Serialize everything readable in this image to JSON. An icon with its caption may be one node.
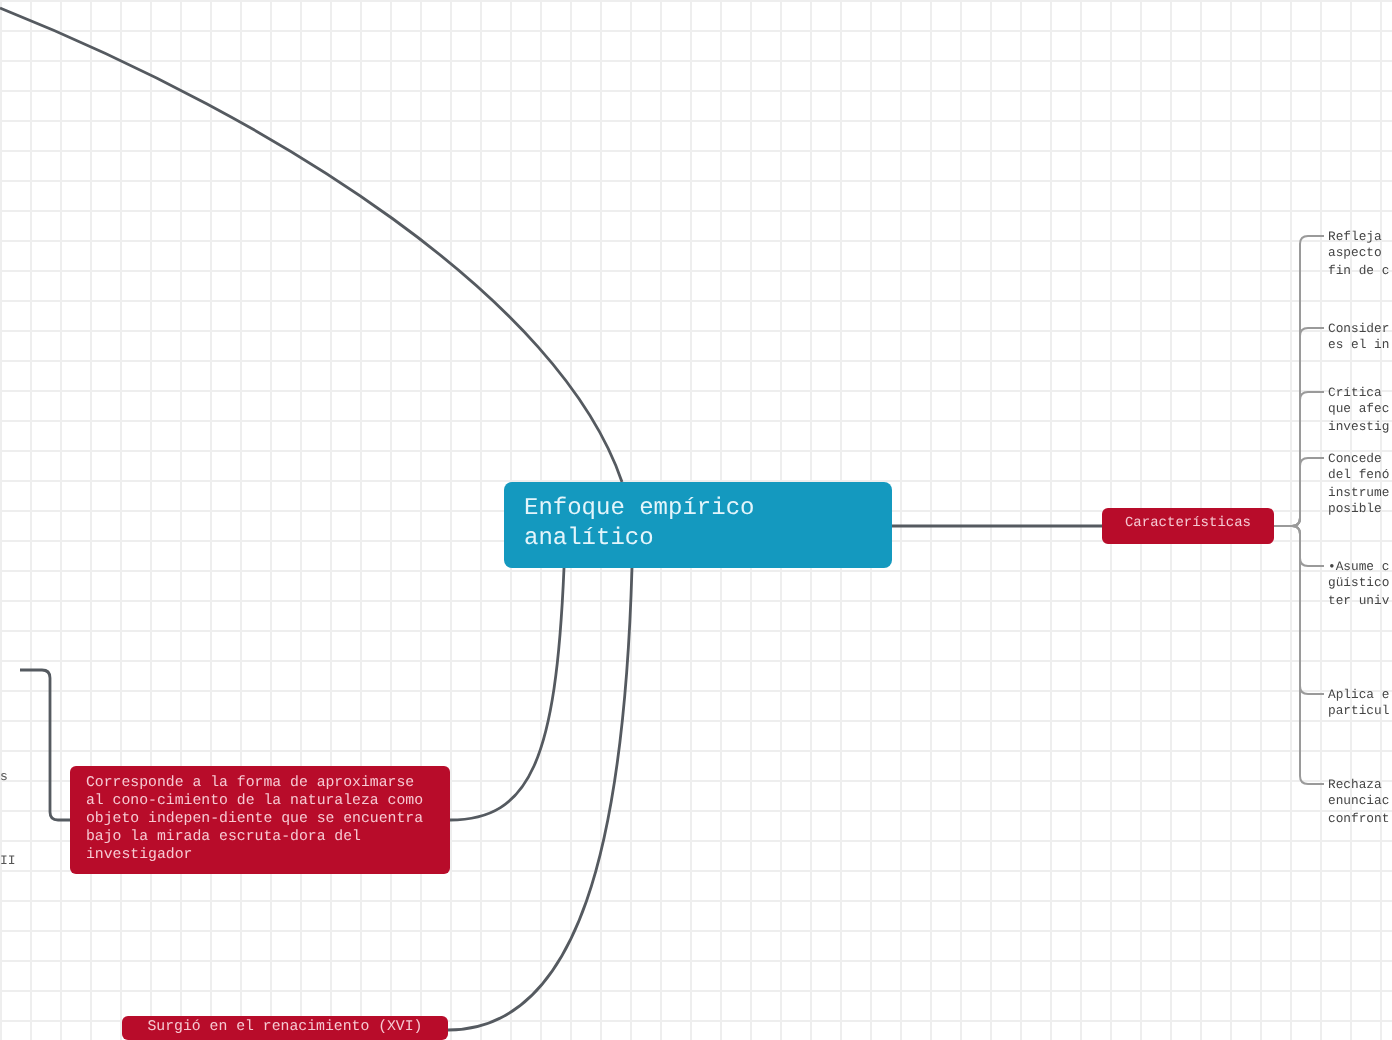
{
  "diagram": {
    "nodes": [
      {
        "text": [
          "Enfoque empírico analítico"
        ]
      },
      {
        "text": [
          "Características"
        ]
      },
      {
        "text": [
          "Refleja aspecto fin de c"
        ]
      },
      {
        "text": [
          "Consider es el in"
        ]
      },
      {
        "text": [
          "Crítica que afec investig"
        ]
      },
      {
        "text": [
          "Concede del fenó instrume posible"
        ]
      },
      {
        "text": [
          "•Asume c güístico ter univ"
        ]
      },
      {
        "text": [
          "Aplica e particul"
        ]
      },
      {
        "text": [
          "Rechaza enunciac confront"
        ]
      },
      {
        "text": [
          "Corresponde a la forma de aproximarse al cono-cimiento de la naturaleza como objeto indepen-diente que se encuentra bajo la mirada escruta-dora del investigador"
        ]
      },
      {
        "text": [
          "Surgió en el renacimiento (XVI)"
        ]
      }
    ],
    "edges": [
      {
        "from": 0,
        "to": 1,
        "arrow": "none"
      },
      {
        "from": 1,
        "to": 2,
        "arrow": "none"
      },
      {
        "from": 1,
        "to": 3,
        "arrow": "none"
      },
      {
        "from": 1,
        "to": 4,
        "arrow": "none"
      },
      {
        "from": 1,
        "to": 5,
        "arrow": "none"
      },
      {
        "from": 1,
        "to": 6,
        "arrow": "none"
      },
      {
        "from": 1,
        "to": 7,
        "arrow": "none"
      },
      {
        "from": 1,
        "to": 8,
        "arrow": "none"
      },
      {
        "from": 0,
        "to": 9,
        "arrow": "none"
      },
      {
        "from": 0,
        "to": 10,
        "arrow": "none"
      },
      {
        "from": 0,
        "to": null,
        "arrow": "none"
      },
      {
        "from": 9,
        "to": null,
        "arrow": "none"
      }
    ],
    "labels": [
      "s",
      "II"
    ]
  }
}
